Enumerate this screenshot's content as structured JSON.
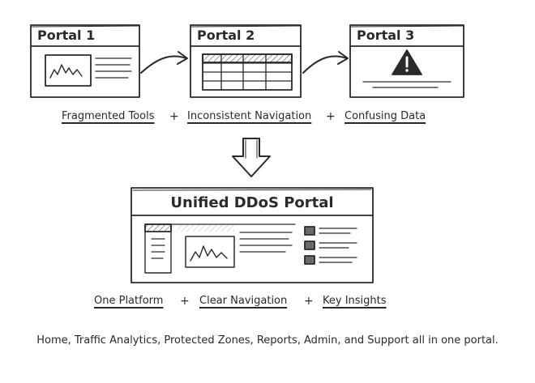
{
  "portals": [
    {
      "title": "Portal 1"
    },
    {
      "title": "Portal 2"
    },
    {
      "title": "Portal 3"
    }
  ],
  "problems": {
    "items": [
      "Fragmented Tools",
      "Inconsistent Navigation",
      "Confusing Data"
    ],
    "separator": "+"
  },
  "unified": {
    "title": "Unified DDoS Portal"
  },
  "benefits": {
    "items": [
      "One Platform",
      "Clear Navigation",
      "Key Insights"
    ],
    "separator": "+"
  },
  "footer": "Home, Traffic Analytics, Protected Zones, Reports, Admin, and Support all in one portal.",
  "icons": {
    "warning": "warning-icon",
    "arrow": "arrow-right-icon",
    "down_arrow": "arrow-down-icon"
  },
  "colors": {
    "ink": "#2a2a2a",
    "hatch": "#6a6a6a",
    "paper": "#ffffff"
  }
}
